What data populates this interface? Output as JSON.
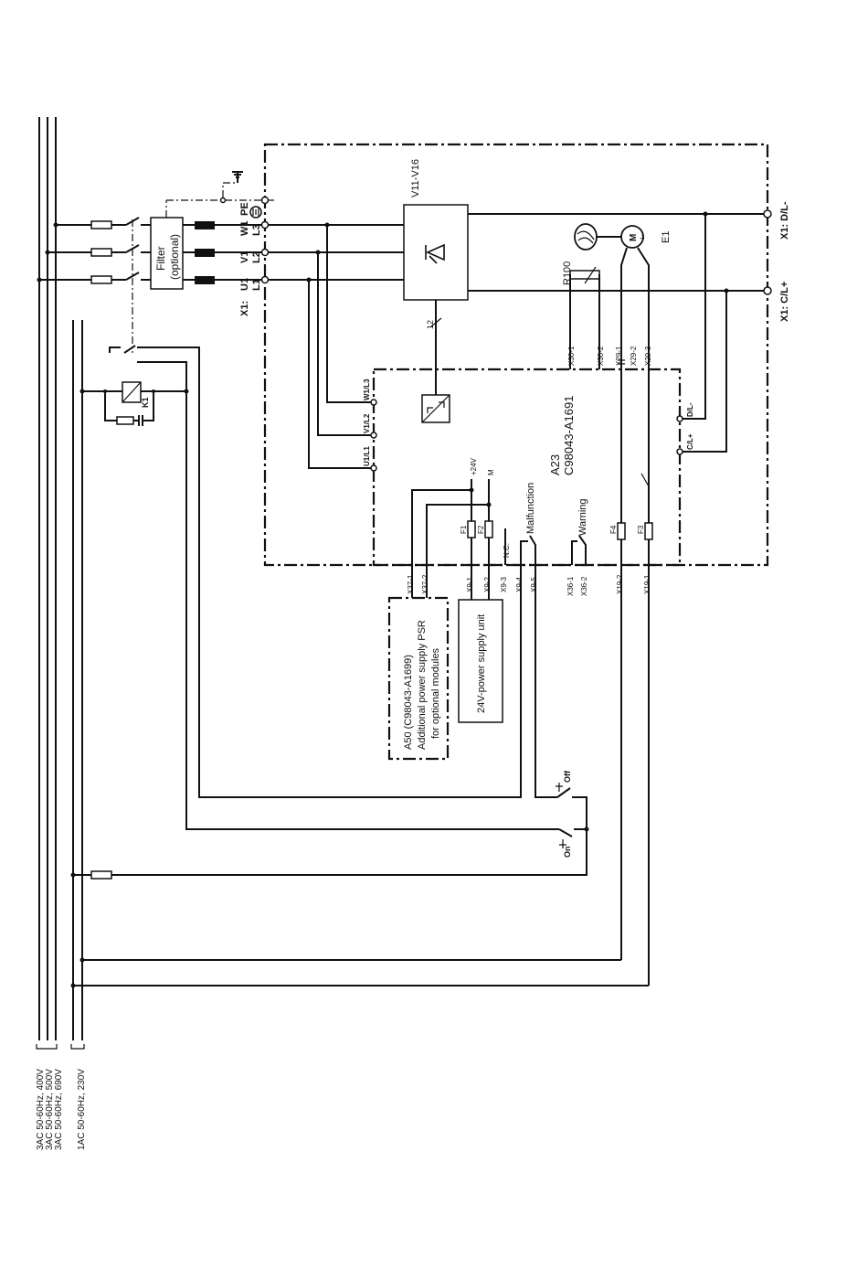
{
  "supply": {
    "three_phase": [
      "3AC 50-60Hz, 400V",
      "3AC 50-60Hz, 500V",
      "3AC 50-60Hz, 690V"
    ],
    "single_phase": "1AC 50-60Hz, 230V"
  },
  "filter": {
    "line1": "Filter",
    "line2": "(optional)"
  },
  "terminals_x1_left": {
    "x1": "X1:",
    "u1": "U1",
    "v1": "V1",
    "w1": "W1",
    "pe": "PE",
    "l1": "L1",
    "l2": "L2",
    "l3": "L3"
  },
  "thyristors": "V11-V16",
  "bus_width": "12",
  "fan": {
    "label": "E1",
    "motor": "M",
    "phase": "1~"
  },
  "resistor": "R100",
  "x1_right": {
    "dl": "X1: D/L-",
    "cl": "X1: C/L+"
  },
  "module_a23": {
    "name": "A23",
    "part": "C98043-A1691"
  },
  "a23_inputs": [
    "W1/L3",
    "V1/L2",
    "U1/L1"
  ],
  "a23_dc": {
    "dl": "D/L-",
    "cl": "C/L+"
  },
  "a23_top_pins": [
    "X30-1",
    "X30-2",
    "X29-1",
    "X29-2",
    "X29-3"
  ],
  "supply_pins": {
    "plus": "+24V",
    "minus": "M",
    "nc": "N.C."
  },
  "fuses": {
    "f1": "F1",
    "f2": "F2",
    "f3": "F3",
    "f4": "F4"
  },
  "signals": {
    "malfunction": "Malfunction",
    "warning": "Warning"
  },
  "bottom_pins": [
    "X37-1",
    "X37-2",
    "X9-1",
    "X9-2",
    "X9-3",
    "X9-4",
    "X9-5",
    "X36-1",
    "X36-2",
    "X19-2",
    "X19-1"
  ],
  "module_a50": {
    "line1": "A50 (C98043-A1699)",
    "line2": "Additional power supply PSR",
    "line3": "for optional modules"
  },
  "psu": "24V-power supply unit",
  "relay": "K1",
  "switches": {
    "off": "Off",
    "on": "On"
  }
}
